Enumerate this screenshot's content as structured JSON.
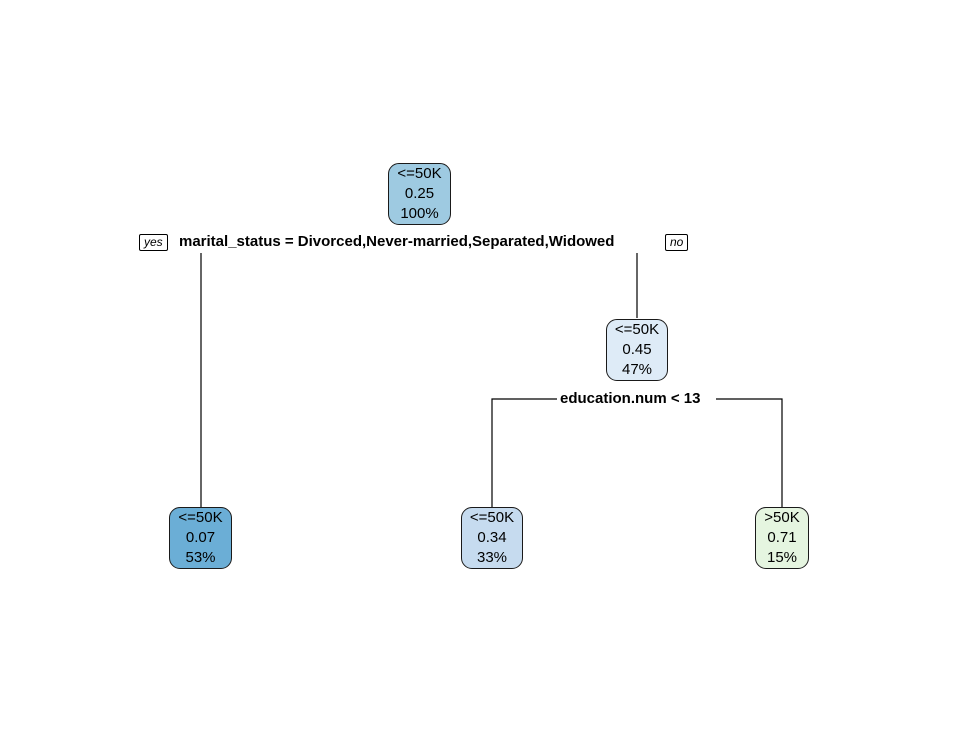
{
  "diagram": {
    "edge_tags": {
      "yes": "yes",
      "no": "no"
    },
    "splits": {
      "root": "marital_status = Divorced,Never-married,Separated,Widowed",
      "right": "education.num < 13"
    },
    "nodes": {
      "root": {
        "class": "<=50K",
        "prob": "0.25",
        "pct": "100%",
        "fill": "#9ecae1"
      },
      "left_leaf": {
        "class": "<=50K",
        "prob": "0.07",
        "pct": "53%",
        "fill": "#6baed6"
      },
      "right_inner": {
        "class": "<=50K",
        "prob": "0.45",
        "pct": "47%",
        "fill": "#deebf7"
      },
      "rl_leaf": {
        "class": "<=50K",
        "prob": "0.34",
        "pct": "33%",
        "fill": "#c6dbef"
      },
      "rr_leaf": {
        "class": ">50K",
        "prob": "0.71",
        "pct": "15%",
        "fill": "#e5f5e0"
      }
    }
  }
}
